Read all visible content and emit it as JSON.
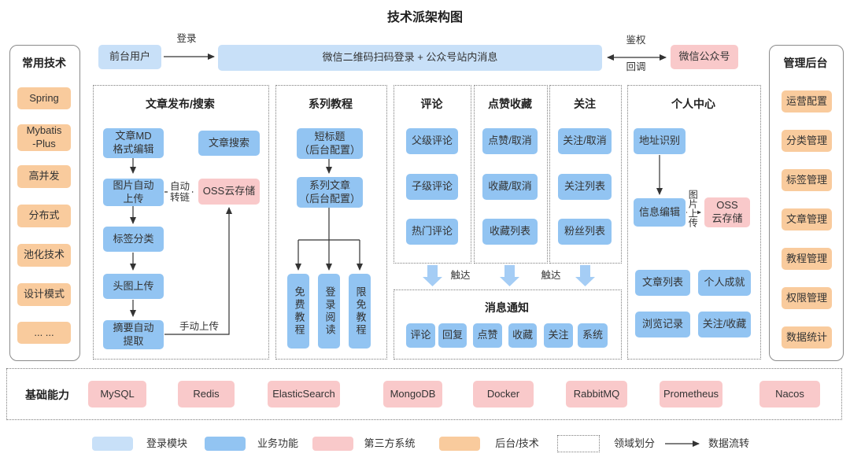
{
  "title": "技术派架构图",
  "top_flow": {
    "front_user": "前台用户",
    "login_arrow_label": "登录",
    "wechat_login_box": "微信二维码扫码登录 + 公众号站内消息",
    "auth_label": "鉴权",
    "callback_label": "回调",
    "wechat_official": "微信公众号"
  },
  "left_panel": {
    "title": "常用技术",
    "items": [
      "Spring",
      "Mybatis\n-Plus",
      "高并发",
      "分布式",
      "池化技术",
      "设计模式",
      "... ..."
    ]
  },
  "right_panel": {
    "title": "管理后台",
    "items": [
      "运营配置",
      "分类管理",
      "标签管理",
      "文章管理",
      "教程管理",
      "权限管理",
      "数据统计"
    ]
  },
  "article_section": {
    "title": "文章发布/搜索",
    "md_edit": "文章MD\n格式编辑",
    "search": "文章搜索",
    "img_upload": "图片自动\n上传",
    "auto_link_label": "自动\n转链",
    "oss": "OSS云存储",
    "tag_category": "标签分类",
    "head_img": "头图上传",
    "summary": "摘要自动\n提取",
    "manual_upload_label": "手动上传"
  },
  "tutorial_section": {
    "title": "系列教程",
    "short_title": "短标题\n（后台配置）",
    "series_article": "系列文章\n（后台配置）",
    "free": "免费教程",
    "login_read": "登录阅读",
    "limited_free": "限免教程"
  },
  "comment_section": {
    "title": "评论",
    "items": [
      "父级评论",
      "子级评论",
      "热门评论"
    ]
  },
  "like_section": {
    "title": "点赞收藏",
    "items": [
      "点赞/取消",
      "收藏/取消",
      "收藏列表"
    ]
  },
  "follow_section": {
    "title": "关注",
    "items": [
      "关注/取消",
      "关注列表",
      "粉丝列表"
    ]
  },
  "reach_labels": [
    "触达",
    "触达"
  ],
  "message_section": {
    "title": "消息通知",
    "items": [
      "评论",
      "回复",
      "点赞",
      "收藏",
      "关注",
      "系统"
    ]
  },
  "personal_section": {
    "title": "个人中心",
    "address": "地址识别",
    "info_edit": "信息编辑",
    "img_upload_label": "图片上传",
    "oss": "OSS\n云存储",
    "article_list": "文章列表",
    "achievement": "个人成就",
    "history": "浏览记录",
    "follow_collect": "关注/收藏"
  },
  "base_section": {
    "title": "基础能力",
    "items": [
      "MySQL",
      "Redis",
      "ElasticSearch",
      "MongoDB",
      "Docker",
      "RabbitMQ",
      "Prometheus",
      "Nacos"
    ]
  },
  "legend": {
    "login": "登录模块",
    "business": "业务功能",
    "third_party": "第三方系统",
    "backend": "后台/技术",
    "domain": "领域划分",
    "dataflow": "数据流转"
  },
  "colors": {
    "login_module": "#c8e0f8",
    "business": "#92c4f2",
    "third_party": "#f9c9ca",
    "backend_tech": "#f9cb9d",
    "thick_arrow": "#a5cdf5"
  }
}
